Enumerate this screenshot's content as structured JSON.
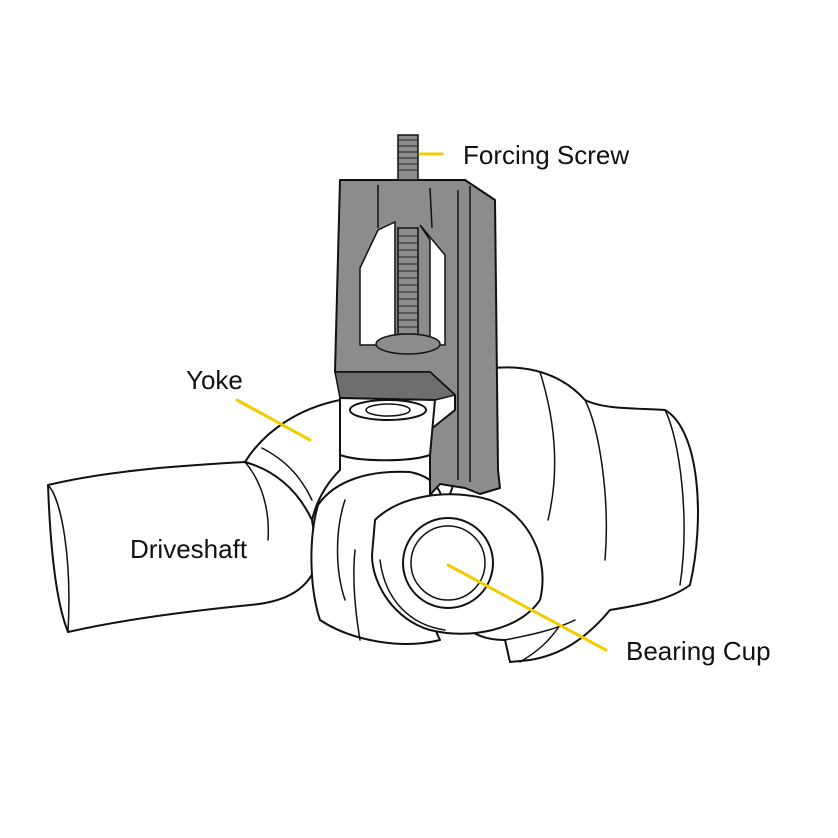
{
  "labels": {
    "forcing_screw": "Forcing Screw",
    "yoke": "Yoke",
    "driveshaft": "Driveshaft",
    "bearing_cup": "Bearing Cup"
  },
  "colors": {
    "leader": "#f2cc00",
    "tool": "#8c8c8c",
    "outline": "#111111",
    "background": "#ffffff"
  }
}
